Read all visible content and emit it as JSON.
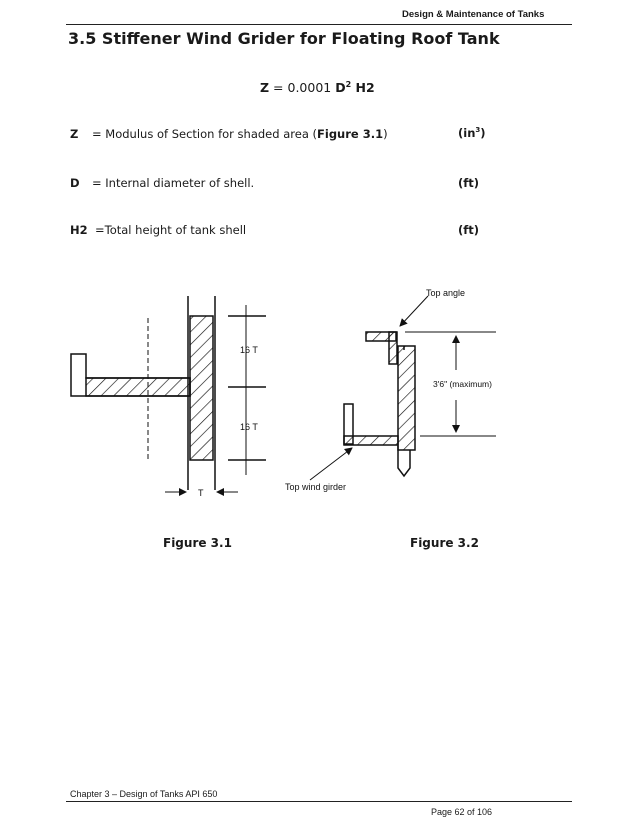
{
  "header": {
    "running_title": "Design & Maintenance of Tanks"
  },
  "section": {
    "title": "3.5  Stiffener Wind Grider for Floating Roof Tank"
  },
  "formula": {
    "lhs": "Z",
    "equals": " = 0.0001 ",
    "d": "D",
    "exp": "2",
    "h2": " H2"
  },
  "variables": [
    {
      "symbol": "Z",
      "prefix": "= Modulus of Section for shaded area (",
      "ref": "Figure 3.1",
      "suffix": ")",
      "unit": "(in",
      "unit_exp": "3",
      "unit_close": ")"
    },
    {
      "symbol": "D",
      "text": "= Internal diameter of shell.",
      "unit": "(ft)"
    },
    {
      "symbol": "H2",
      "text": "=Total height of tank shell",
      "unit": "(ft)"
    }
  ],
  "figure1": {
    "label_top": "16 T",
    "label_bottom": "16 T",
    "label_t": "T",
    "caption": "Figure 3.1"
  },
  "figure2": {
    "label_top_angle": "Top angle",
    "label_dim": "3'6\" (maximum)",
    "label_girder": "Top wind girder",
    "caption": "Figure 3.2"
  },
  "footer": {
    "chapter": "Chapter 3 – Design of Tanks API 650",
    "page": "Page 62 of 106"
  }
}
